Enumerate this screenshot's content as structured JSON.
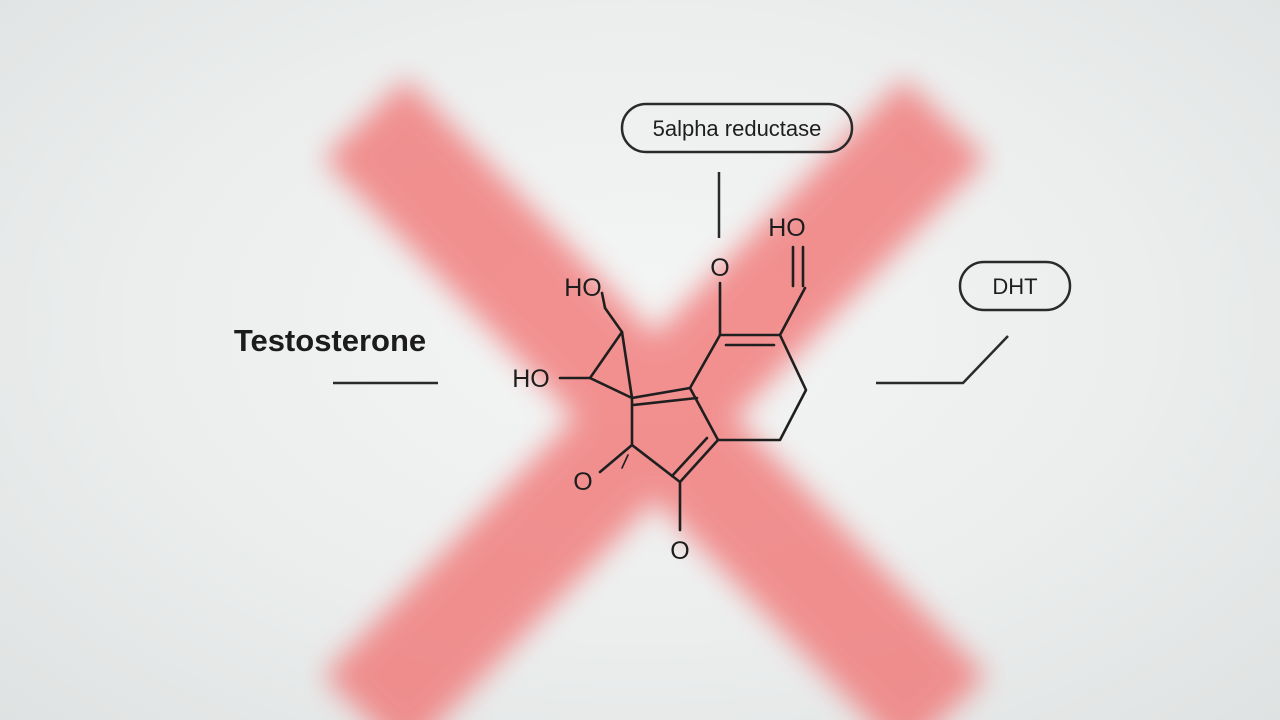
{
  "colors": {
    "background": "#eceeee",
    "cross": "#f26a6a",
    "ink": "#1d1d1d"
  },
  "decor": {
    "cross_icon": "red-x-cross"
  },
  "labels": {
    "substrate": "Testosterone",
    "enzyme": "5alpha reductase",
    "product": "DHT"
  },
  "molecule": {
    "atoms": {
      "ho_upper_left": "HO",
      "ho_lower_left": "HO",
      "o_top": "O",
      "ho_top_right": "HO",
      "o_left": "O",
      "o_bottom": "O"
    }
  }
}
